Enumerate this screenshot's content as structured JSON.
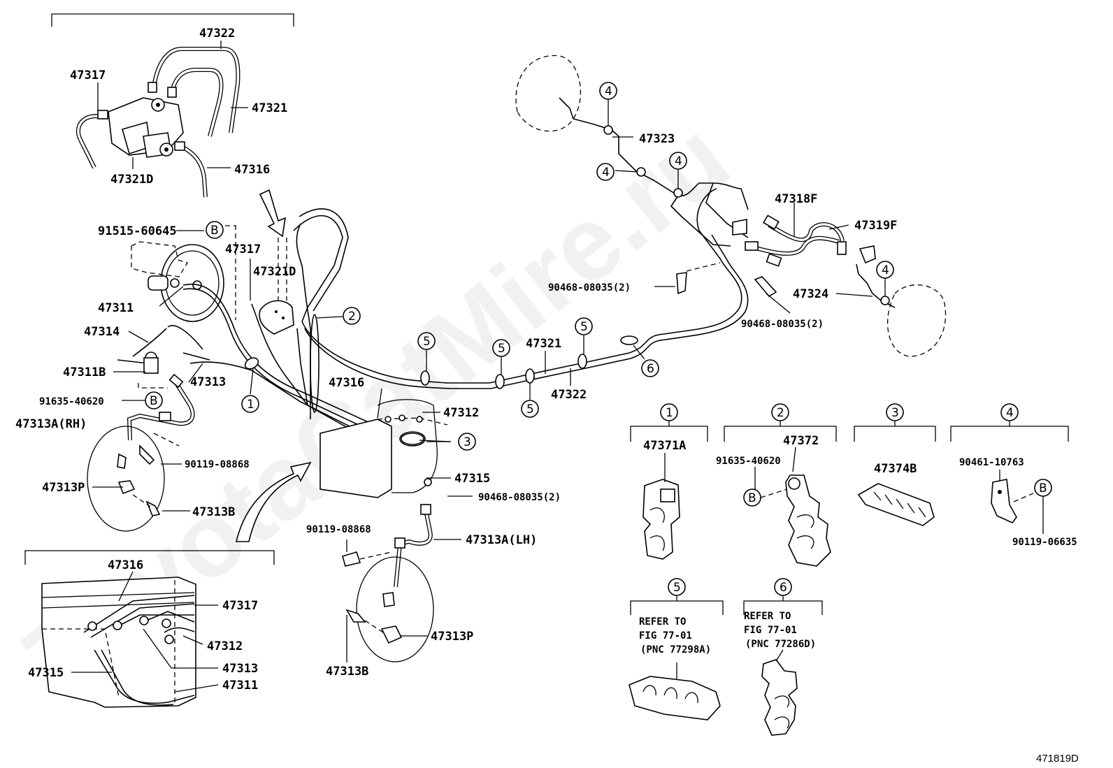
{
  "figure_code": "471819D",
  "watermark": "ToyotaCatMire.ru",
  "labels": {
    "p47322_top": "47322",
    "p47317_top": "47317",
    "p47321_top": "47321",
    "p47316_top": "47316",
    "p47321D_top": "47321D",
    "p91515": "91515-60645",
    "p47317_mid": "47317",
    "p47321D_mid": "47321D",
    "p47311": "47311",
    "p47314": "47314",
    "p47311B": "47311B",
    "p47313_left": "47313",
    "p91635_left": "91635-40620",
    "p47313A_RH": "47313A(RH)",
    "p90119_left": "90119-08868",
    "p47313P_left": "47313P",
    "p47313B_left": "47313B",
    "p47316_mid": "47316",
    "p47312_mid": "47312",
    "p47315_mid": "47315",
    "p90468_center": "90468-08035(2)",
    "p90119_center": "90119-08868",
    "p47313A_LH": "47313A(LH)",
    "p47313P_center": "47313P",
    "p47313B_center": "47313B",
    "p47321_mid": "47321",
    "p47322_mid": "47322",
    "p47323": "47323",
    "p47318F": "47318F",
    "p47319F": "47319F",
    "p90468_right1": "90468-08035(2)",
    "p90468_right2": "90468-08035(2)",
    "p47324": "47324",
    "p47316_inset": "47316",
    "p47317_inset": "47317",
    "p47312_inset": "47312",
    "p47313_inset": "47313",
    "p47315_inset": "47315",
    "p47311_inset": "47311"
  },
  "callouts": {
    "c1": "1",
    "c2": "2",
    "c3": "3",
    "c4": "4",
    "c5": "5",
    "c6": "6",
    "B": "B"
  },
  "legend": {
    "g1_part": "47371A",
    "g2_part": "47372",
    "g2_bolt": "91635-40620",
    "g3_part": "47374B",
    "g4_part": "90461-10763",
    "g4_bolt": "90119-06635",
    "g5_line1": "REFER TO",
    "g5_line2": "FIG 77-01",
    "g5_line3": "(PNC 77298A)",
    "g6_line1": "REFER TO",
    "g6_line2": "FIG 77-01",
    "g6_line3": "(PNC 77286D)"
  }
}
